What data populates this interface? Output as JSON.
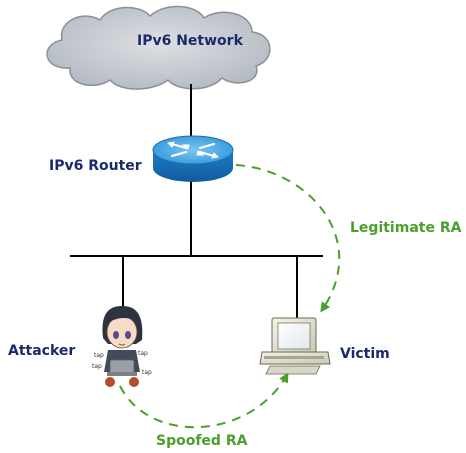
{
  "labels": {
    "network": "IPv6 Network",
    "router": "IPv6 Router",
    "legitimate_ra": "Legitimate RA",
    "attacker": "Attacker",
    "victim": "Victim",
    "spoofed_ra": "Spoofed RA"
  },
  "attacker_sounds": [
    "tap",
    "tap",
    "tap",
    "tap"
  ],
  "colors": {
    "label_text": "#1a2a6a",
    "ra_arrow": "#4aa02a",
    "cloud_fill": "#c4c9cf",
    "router_body": "#2a8fd4",
    "network_line": "#000000"
  }
}
